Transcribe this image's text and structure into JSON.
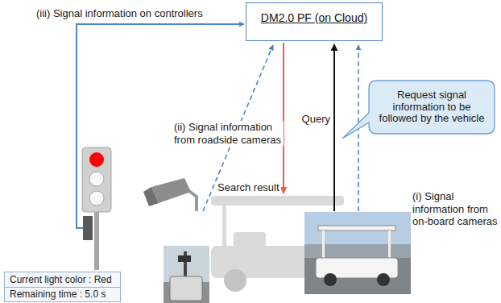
{
  "diagram": {
    "nodes": [
      {
        "text": [
          "DM2.0 PF (on Cloud)"
        ]
      },
      {
        "text": [
          "Request signal information to be followed by the vehicle"
        ]
      },
      {
        "text": [
          "Current light color : Red",
          "Remaining time : 5.0 s"
        ]
      }
    ],
    "labels": [
      "(iii) Signal information on controllers",
      "(ii) Signal information from roadside cameras",
      "Query",
      "Search result",
      "(i) Signal information from on-board cameras"
    ]
  }
}
